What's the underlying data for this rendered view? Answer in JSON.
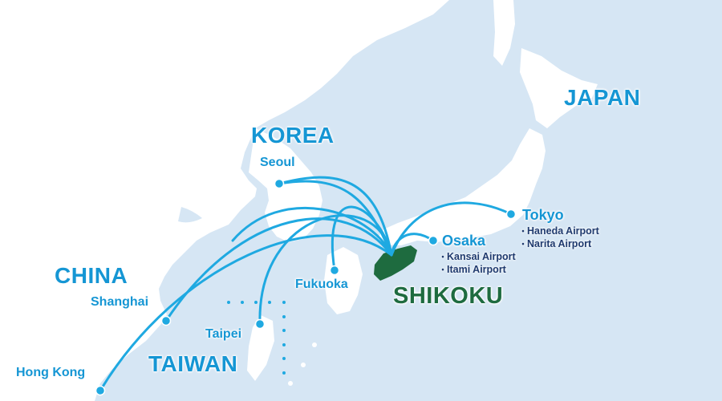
{
  "colors": {
    "sea": "#d6e6f4",
    "land": "#ffffff",
    "route": "#1fa9e1",
    "country_text": "#1596d4",
    "home_region": "#1e6b3f",
    "airport_text": "#1f3a6e"
  },
  "countries": {
    "japan": "JAPAN",
    "korea": "KOREA",
    "china": "CHINA",
    "taiwan": "TAIWAN"
  },
  "home": {
    "label": "SHIKOKU"
  },
  "cities": {
    "seoul": "Seoul",
    "shanghai": "Shanghai",
    "hong_kong": "Hong Kong",
    "taipei": "Taipei",
    "fukuoka": "Fukuoka",
    "osaka": "Osaka",
    "tokyo": "Tokyo"
  },
  "airports": {
    "osaka": [
      "Kansai Airport",
      "Itami Airport"
    ],
    "tokyo": [
      "Haneda Airport",
      "Narita Airport"
    ]
  },
  "routes": [
    "Seoul",
    "Shanghai",
    "Hong Kong",
    "Taipei",
    "Fukuoka",
    "Osaka",
    "Tokyo"
  ]
}
